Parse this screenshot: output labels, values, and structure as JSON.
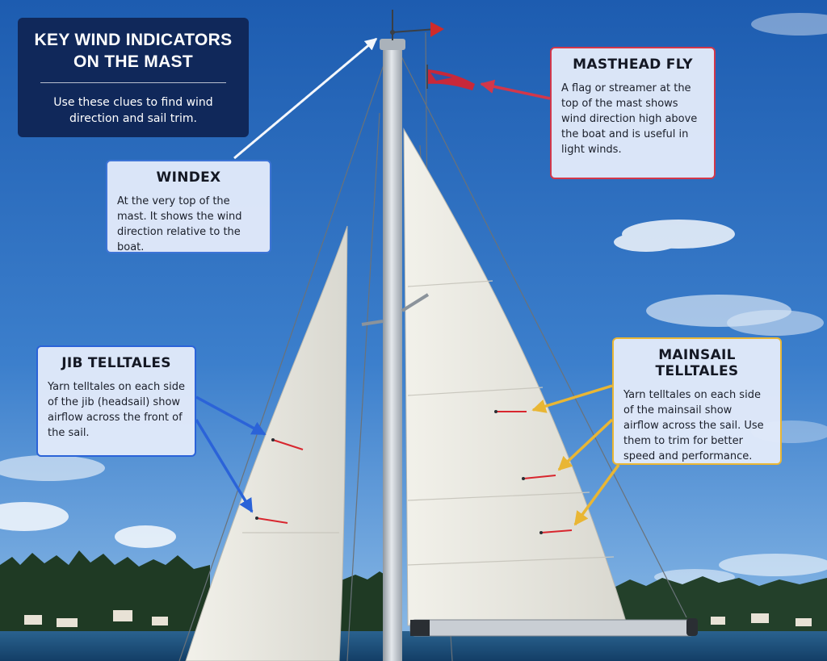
{
  "title": {
    "heading": "KEY WIND INDICATORS ON THE MAST",
    "subtitle": "Use these clues to find wind direction and sail trim."
  },
  "callouts": {
    "windex": {
      "heading": "WINDEX",
      "text": "At the very top of the mast. It shows the wind direction relative to the boat.",
      "color": "#3d74d6"
    },
    "masthead_fly": {
      "heading": "MASTHEAD FLY",
      "text": "A flag or streamer at the top of the mast shows wind direction high above the boat and is useful in light winds.",
      "color": "#d2374a"
    },
    "jib_telltales": {
      "heading": "JIB TELLTALES",
      "text": "Yarn telltales on each side of the jib (headsail) show airflow across the front of the sail.",
      "color": "#2b63d8"
    },
    "mainsail_telltales": {
      "heading": "MAINSAIL TELLTALES",
      "text": "Yarn telltales on each side of the mainsail show airflow across the sail. Use them to trim for better speed and performance.",
      "color": "#e9b634"
    }
  },
  "colors": {
    "sky_top": "#1f5fb2",
    "sky_bottom": "#7fb2e4",
    "sea": "#1b4f7c",
    "trees": "#1f3a24",
    "sail": "#eeede6",
    "mast": "#c7ccd2",
    "telltale": "#d8262e",
    "title_bg": "#10285a"
  }
}
